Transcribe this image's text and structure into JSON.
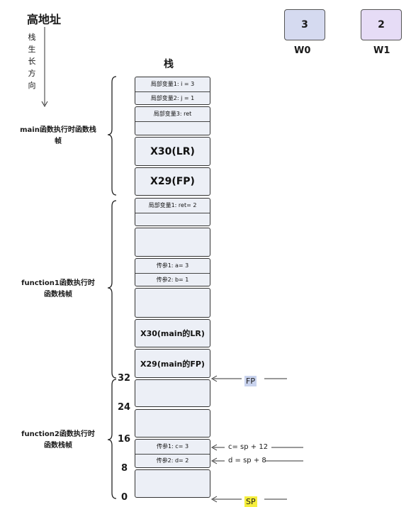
{
  "header": {
    "address_label": "高地址",
    "growth_label": [
      "栈",
      "生",
      "长",
      "方",
      "向"
    ],
    "stack_title": "栈"
  },
  "registers": [
    {
      "name": "W0",
      "value": "3",
      "color": "#d5daf0"
    },
    {
      "name": "W1",
      "value": "2",
      "color": "#e6dcf6"
    }
  ],
  "frames": {
    "main": {
      "line1": "main函数执行时函数栈",
      "line2": "帧"
    },
    "function1": {
      "line1": "function1函数执行时",
      "line2": "函数栈帧"
    },
    "function2": {
      "line1": "function2函数执行时",
      "line2": "函数栈帧"
    }
  },
  "cells": {
    "main_var1": "局部变量1: i = 3",
    "main_var2": "局部变量2: j = 1",
    "main_var3": "局部变量3: ret",
    "main_lr": "X30(LR)",
    "main_fp": "X29(FP)",
    "f1_var1": "局部变量1: ret= 2",
    "f1_arg1": "传参1: a= 3",
    "f1_arg2": "传参2: b= 1",
    "f1_lr": "X30(main的LR)",
    "f1_fp": "X29(main的FP)",
    "f2_arg1": "传参1: c= 3",
    "f2_arg2": "传参2: d= 2"
  },
  "offsets": [
    "32",
    "24",
    "16",
    "8",
    "0"
  ],
  "pointers": {
    "fp": "FP",
    "sp": "SP",
    "c_expr": "c= sp + 12",
    "d_expr": "d = sp + 8"
  }
}
